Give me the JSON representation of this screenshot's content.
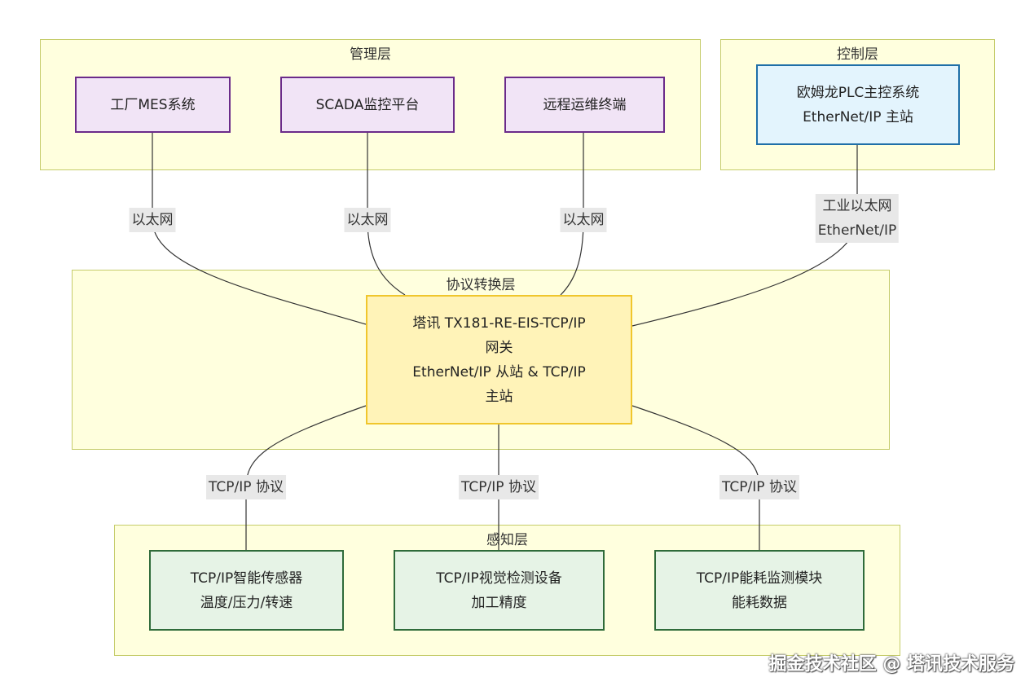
{
  "layers": {
    "management": "管理层",
    "control": "控制层",
    "protocol": "协议转换层",
    "sensing": "感知层"
  },
  "nodes": {
    "mes": "工厂MES系统",
    "scada": "SCADA监控平台",
    "remote": "远程运维终端",
    "plc": [
      "欧姆龙PLC主控系统",
      "EtherNet/IP 主站"
    ],
    "gateway": [
      "塔讯 TX181-RE-EIS-TCP/IP",
      "网关",
      "EtherNet/IP 从站 & TCP/IP",
      "主站"
    ],
    "sensor": [
      "TCP/IP智能传感器",
      "温度/压力/转速"
    ],
    "vision": [
      "TCP/IP视觉检测设备",
      "加工精度"
    ],
    "energy": [
      "TCP/IP能耗监测模块",
      "能耗数据"
    ]
  },
  "edges": {
    "mes": "以太网",
    "scada": "以太网",
    "remote": "以太网",
    "plc": [
      "工业以太网",
      "EtherNet/IP"
    ],
    "sensor": "TCP/IP 协议",
    "vision": "TCP/IP 协议",
    "energy": "TCP/IP 协议"
  },
  "watermark": "掘金技术社区 @ 塔讯技术服务",
  "colors": {
    "layer_fill": "#ffffde",
    "layer_border": "#c5cc6a",
    "mgmt_fill": "#f1e4f6",
    "mgmt_border": "#6b2b8a",
    "ctrl_fill": "#e3f4fd",
    "ctrl_border": "#1f6fa8",
    "gateway_fill": "#fff3b8",
    "gateway_border": "#f0c62c",
    "sensing_fill": "#e6f3e6",
    "sensing_border": "#2f6b3a",
    "edge": "#333333",
    "edge_label_bg": "#e8e8e8"
  }
}
